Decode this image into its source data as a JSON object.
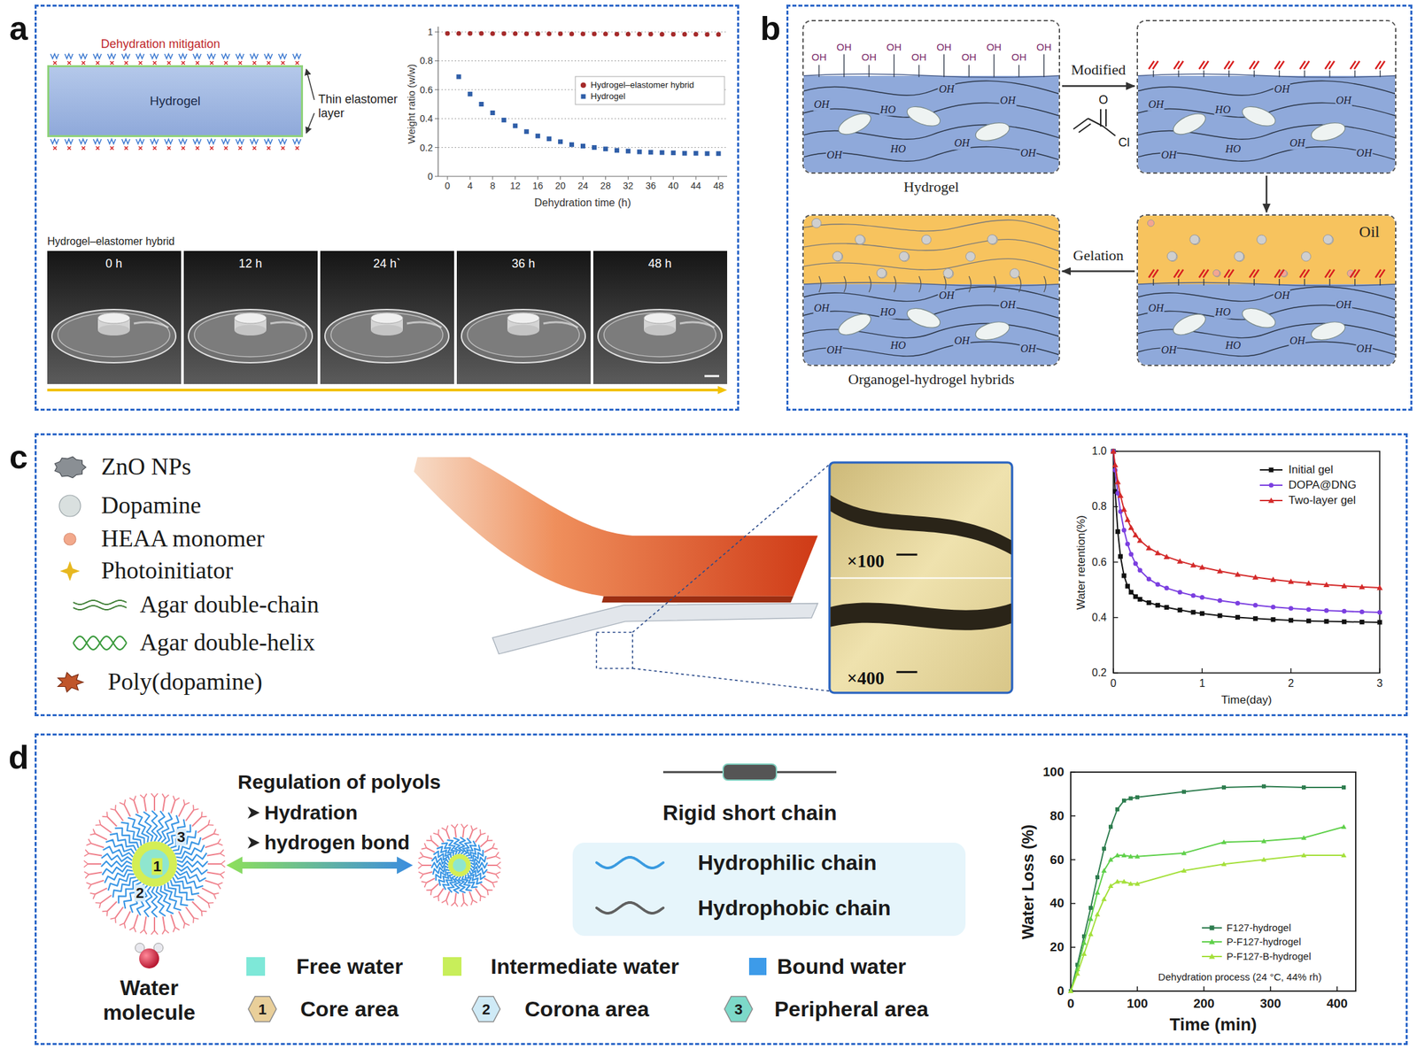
{
  "diagram": {
    "nodes": [
      {
        "text": [
          "a"
        ]
      },
      {
        "text": [
          "Hydrogel"
        ],
        "in": 0
      },
      {
        "text": [
          "b"
        ]
      },
      {
        "text": [
          "Hydrogel",
          "OH",
          "OH",
          "OH",
          "OH",
          "OH",
          "OH",
          "OH",
          "OH",
          "OH",
          "OH",
          "OH",
          "HO",
          "OH",
          "OH",
          "OH",
          "HO",
          "OH",
          "OH"
        ],
        "in": 2
      },
      {
        "text": [
          "OH",
          "HO",
          "OH",
          "OH",
          "OH",
          "HO",
          "OH",
          "OH"
        ],
        "in": 2
      },
      {
        "text": [
          "Oil",
          "OH",
          "HO",
          "OH",
          "OH",
          "OH",
          "HO",
          "OH",
          "OH"
        ],
        "in": 2
      },
      {
        "text": [
          "Organogel-hydrogel hybrids",
          "OH",
          "HO",
          "OH",
          "OH",
          "OH",
          "HO",
          "OH",
          "OH"
        ],
        "in": 2
      },
      {
        "text": [
          "c"
        ]
      },
      {
        "text": [
          "d"
        ]
      }
    ],
    "edges": [
      {
        "from": 3,
        "to": 4,
        "arrow": "to",
        "label": "Modified"
      },
      {
        "from": 4,
        "to": 5,
        "arrow": "to"
      },
      {
        "from": 5,
        "to": 6,
        "arrow": "to",
        "label": "Gelation"
      }
    ],
    "labels": [
      "Dehydration mitigation",
      "Thin elastomer layer",
      "0",
      "0.2",
      "0.4",
      "0.6",
      "0.8",
      "1",
      "0",
      "4",
      "8",
      "12",
      "16",
      "20",
      "24",
      "28",
      "32",
      "36",
      "40",
      "44",
      "48",
      "Weight ratio (w/w)",
      "Dehydration time (h)",
      "Hydrogel–elastomer hybrid",
      "0 h",
      "12 h",
      "24 h`",
      "36 h",
      "48 h",
      "O",
      "Cl",
      "×100",
      "×400",
      "0.2",
      "0.4",
      "0.6",
      "0.8",
      "1.0",
      "0",
      "1",
      "2",
      "3",
      "Water retention(%)",
      "Time(day)",
      "Regulation of polyols",
      "Hydration",
      "hydrogen bond",
      "Water molecule",
      "1",
      "2",
      "3",
      "1",
      "2",
      "3",
      "0",
      "20",
      "40",
      "60",
      "80",
      "100",
      "0",
      "100",
      "200",
      "300",
      "400",
      "Water Loss (%)",
      "Time (min)",
      "Dehydration process (24 °C, 44% rh)"
    ],
    "legend": [
      {
        "text": "Hydrogel–elastomer hybrid",
        "color": "#a52a2a"
      },
      {
        "text": "Hydrogel",
        "color": "#2f5ea8"
      },
      {
        "text": "ZnO NPs",
        "color": "#8a8f94"
      },
      {
        "text": "Dopamine",
        "color": "#d9e0df"
      },
      {
        "text": "HEAA monomer",
        "color": "#f2a98c"
      },
      {
        "text": "Photoinitiator",
        "color": "#e7b820"
      },
      {
        "text": "Agar double-chain",
        "color": "#3f7f35"
      },
      {
        "text": "Agar double-helix",
        "color": "#3a9a3c"
      },
      {
        "text": "Poly(dopamine)",
        "color": "#c0552a"
      },
      {
        "text": "Initial gel",
        "color": "#111111"
      },
      {
        "text": "DOPA@DNG",
        "color": "#7b3fe0"
      },
      {
        "text": "Two-layer gel",
        "color": "#d42a2a"
      },
      {
        "text": "Rigid short chain",
        "color": "#555555"
      },
      {
        "text": "Hydrophilic chain",
        "color": "#3a9be0"
      },
      {
        "text": "Hydrophobic chain",
        "color": "#606060"
      },
      {
        "text": "Free water",
        "color": "#7ee8d8"
      },
      {
        "text": "Intermediate water",
        "color": "#c8ee5a"
      },
      {
        "text": "Bound water",
        "color": "#3d9be9"
      },
      {
        "text": "Core area",
        "color": "#e9cf9a"
      },
      {
        "text": "Corona area",
        "color": "#cfeaf6"
      },
      {
        "text": "Peripheral area",
        "color": "#7dd9c9"
      },
      {
        "text": "F127-hydrogel",
        "color": "#2e7d4f"
      },
      {
        "text": "P-F127-hydrogel",
        "color": "#5fd04a"
      },
      {
        "text": "P-F127-B-hydrogel",
        "color": "#a4e03a"
      }
    ]
  }
}
